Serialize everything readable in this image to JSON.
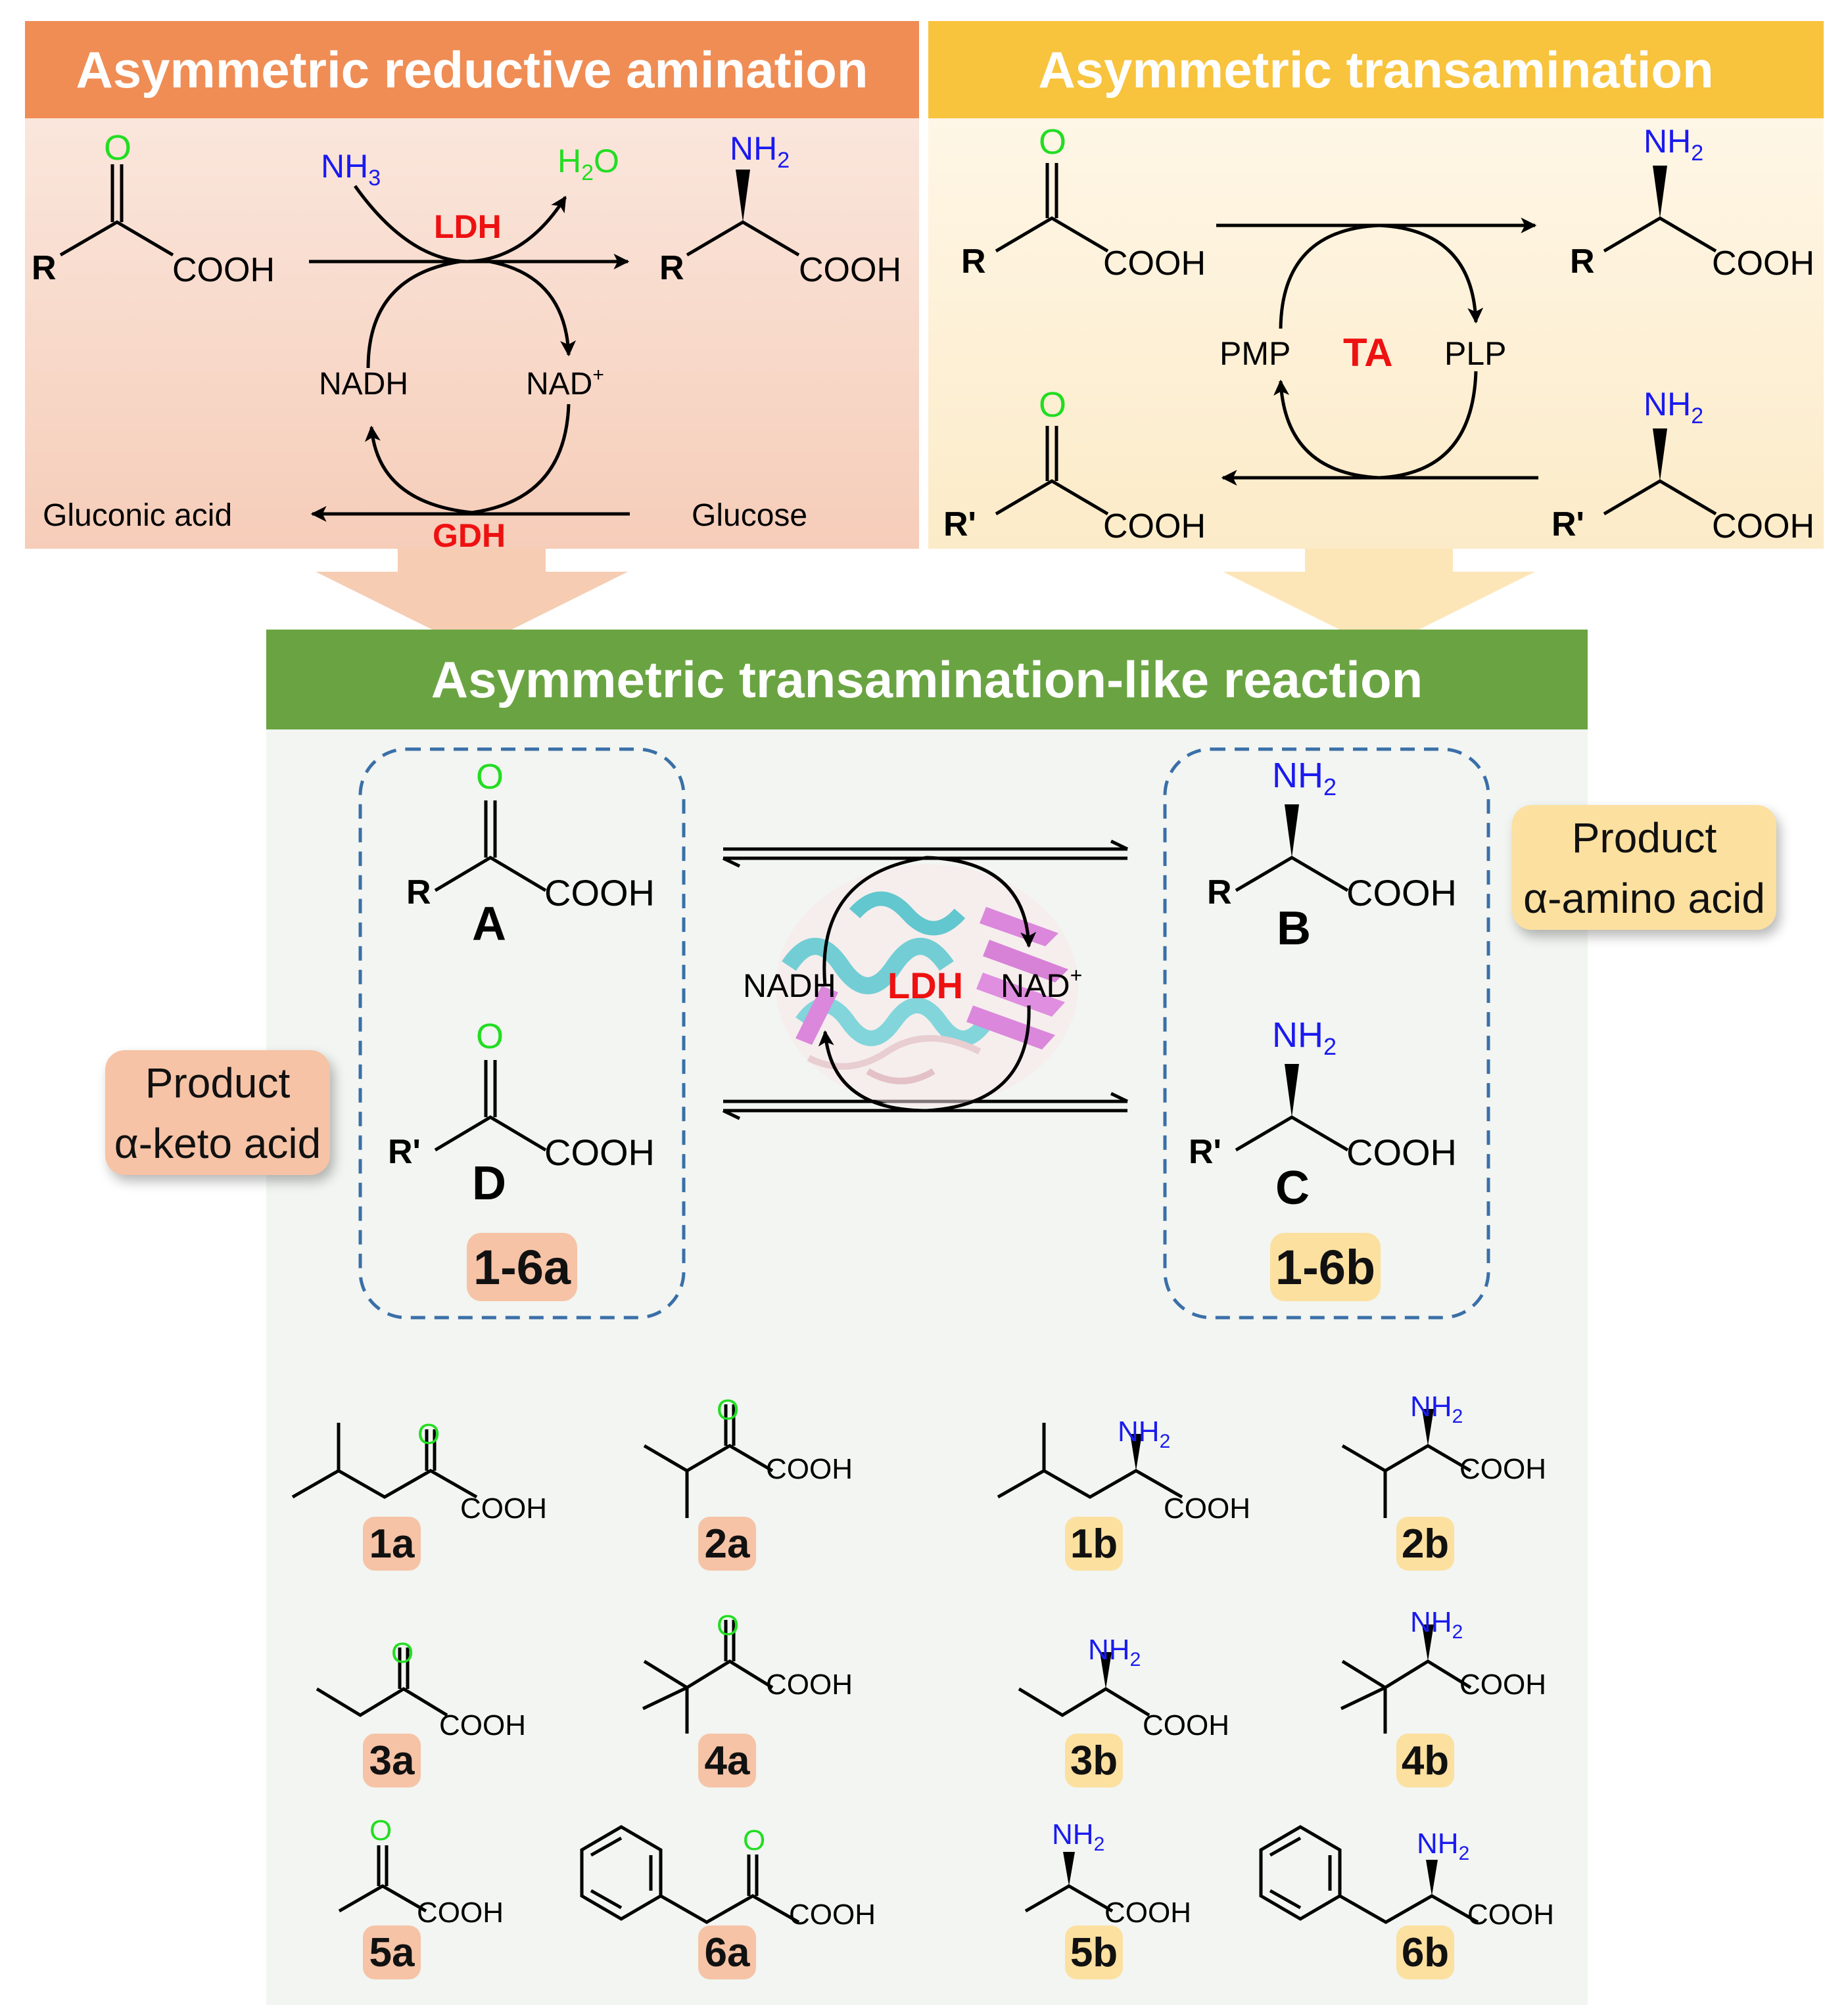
{
  "panels": {
    "reductive": {
      "title": "Asymmetric reductive amination",
      "substrate": {
        "r": "R",
        "o": "O",
        "acid": "COOH"
      },
      "product": {
        "r": "R",
        "nh2": "NH2",
        "acid": "COOH"
      },
      "nh3": "NH3",
      "h2o": "H2O",
      "ldh": "LDH",
      "nadh": "NADH",
      "nad": "NAD+",
      "gdh": "GDH",
      "gluconic": "Gluconic acid",
      "glucose": "Glucose"
    },
    "transamination": {
      "title": "Asymmetric transamination",
      "pmp": "PMP",
      "ta": "TA",
      "plp": "PLP",
      "r1": "R",
      "r2": "R'",
      "o": "O",
      "nh2": "NH2",
      "acid": "COOH"
    },
    "like": {
      "title": "Asymmetric transamination-like reaction",
      "label_a": "A",
      "label_b": "B",
      "label_c": "C",
      "label_d": "D",
      "ldh": "LDH",
      "nadh": "NADH",
      "nad": "NAD+",
      "group_left": "1-6a",
      "group_right": "1-6b",
      "callout_left": {
        "line1": "Product",
        "line2": "α-keto acid"
      },
      "callout_right": {
        "line1": "Product",
        "line2": "α-amino acid"
      }
    }
  },
  "compounds": {
    "keto": [
      "1a",
      "2a",
      "3a",
      "4a",
      "5a",
      "6a"
    ],
    "amino": [
      "1b",
      "2b",
      "3b",
      "4b",
      "5b",
      "6b"
    ],
    "o": "O",
    "nh2": "NH2",
    "acid": "COOH"
  },
  "colors": {
    "orange_header": "#EF8D55",
    "orange_panel": "#F8D9CB",
    "yellow_header": "#F8C33D",
    "yellow_panel": "#FDF1DA",
    "green_header": "#6AA442",
    "green_panel": "#F2F5F1",
    "salmon_badge": "#F6C3A6",
    "yellow_badge": "#FCE0A0",
    "oxygen": "#22DD22",
    "nitrogen": "#1A1AF0",
    "enzyme": "#EE1111",
    "dashed": "#3A6FA8"
  }
}
